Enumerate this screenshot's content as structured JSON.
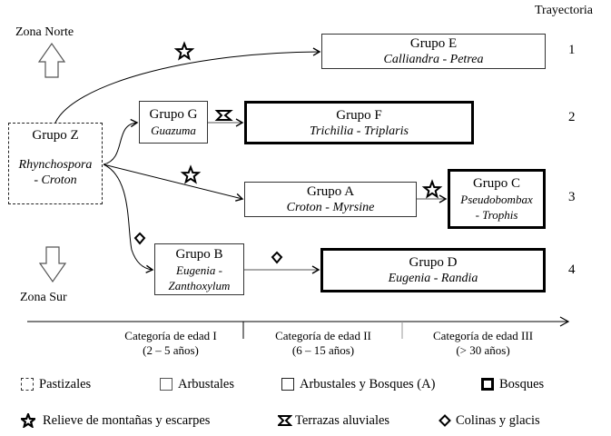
{
  "header": {
    "trajectory_label": "Trayectoria"
  },
  "zones": {
    "north": "Zona Norte",
    "south": "Zona Sur"
  },
  "groups": {
    "Z": {
      "name": "Grupo Z",
      "species": [
        "Rhynchospora",
        "- Croton"
      ],
      "type": "Pastizales"
    },
    "G": {
      "name": "Grupo G",
      "species": [
        "Guazuma"
      ],
      "type": "Arbustales"
    },
    "B": {
      "name": "Grupo B",
      "species": [
        "Eugenia -",
        "Zanthoxylum"
      ],
      "type": "Arbustales"
    },
    "A": {
      "name": "Grupo A",
      "species": [
        "Croton - Myrsine"
      ],
      "type": "Arbustales y Bosques (A)"
    },
    "E": {
      "name": "Grupo E",
      "species": [
        "Calliandra - Petrea"
      ],
      "type": "Arbustales y Bosques (A)"
    },
    "F": {
      "name": "Grupo F",
      "species": [
        "Trichilia - Triplaris"
      ],
      "type": "Bosques"
    },
    "C": {
      "name": "Grupo C",
      "species": [
        "Pseudobombax",
        "- Trophis"
      ],
      "type": "Bosques"
    },
    "D": {
      "name": "Grupo D",
      "species": [
        "Eugenia - Randia"
      ],
      "type": "Bosques"
    }
  },
  "trajectories": [
    {
      "number": "1",
      "path": [
        "Z",
        "E"
      ],
      "landforms": [
        "Relieve de montañas y escarpes"
      ]
    },
    {
      "number": "2",
      "path": [
        "Z",
        "G",
        "F"
      ],
      "landforms": [
        "Terrazas aluviales"
      ]
    },
    {
      "number": "3",
      "path": [
        "Z",
        "A",
        "C"
      ],
      "landforms": [
        "Relieve de montañas y escarpes",
        "Relieve de montañas y escarpes"
      ]
    },
    {
      "number": "4",
      "path": [
        "Z",
        "B",
        "D"
      ],
      "landforms": [
        "Colinas y glacis",
        "Colinas y glacis"
      ]
    }
  ],
  "age_categories": [
    {
      "label": "Categoría de edad I",
      "range": "(2 – 5 años)"
    },
    {
      "label": "Categoría de edad II",
      "range": "(6 – 15 años)"
    },
    {
      "label": "Categoría de edad III",
      "range": "(> 30 años)"
    }
  ],
  "legend": {
    "vegetation": [
      {
        "symbol": "dashed-box-icon",
        "label": "Pastizales"
      },
      {
        "symbol": "thin-box-icon",
        "label": "Arbustales"
      },
      {
        "symbol": "medium-box-icon",
        "label": "Arbustales y Bosques (A)"
      },
      {
        "symbol": "thick-box-icon",
        "label": "Bosques"
      }
    ],
    "landforms": [
      {
        "symbol": "star-icon",
        "label": "Relieve de montañas y escarpes"
      },
      {
        "symbol": "chevron-sigma-icon",
        "label": "Terrazas aluviales"
      },
      {
        "symbol": "diamond-icon",
        "label": "Colinas y glacis"
      }
    ]
  }
}
